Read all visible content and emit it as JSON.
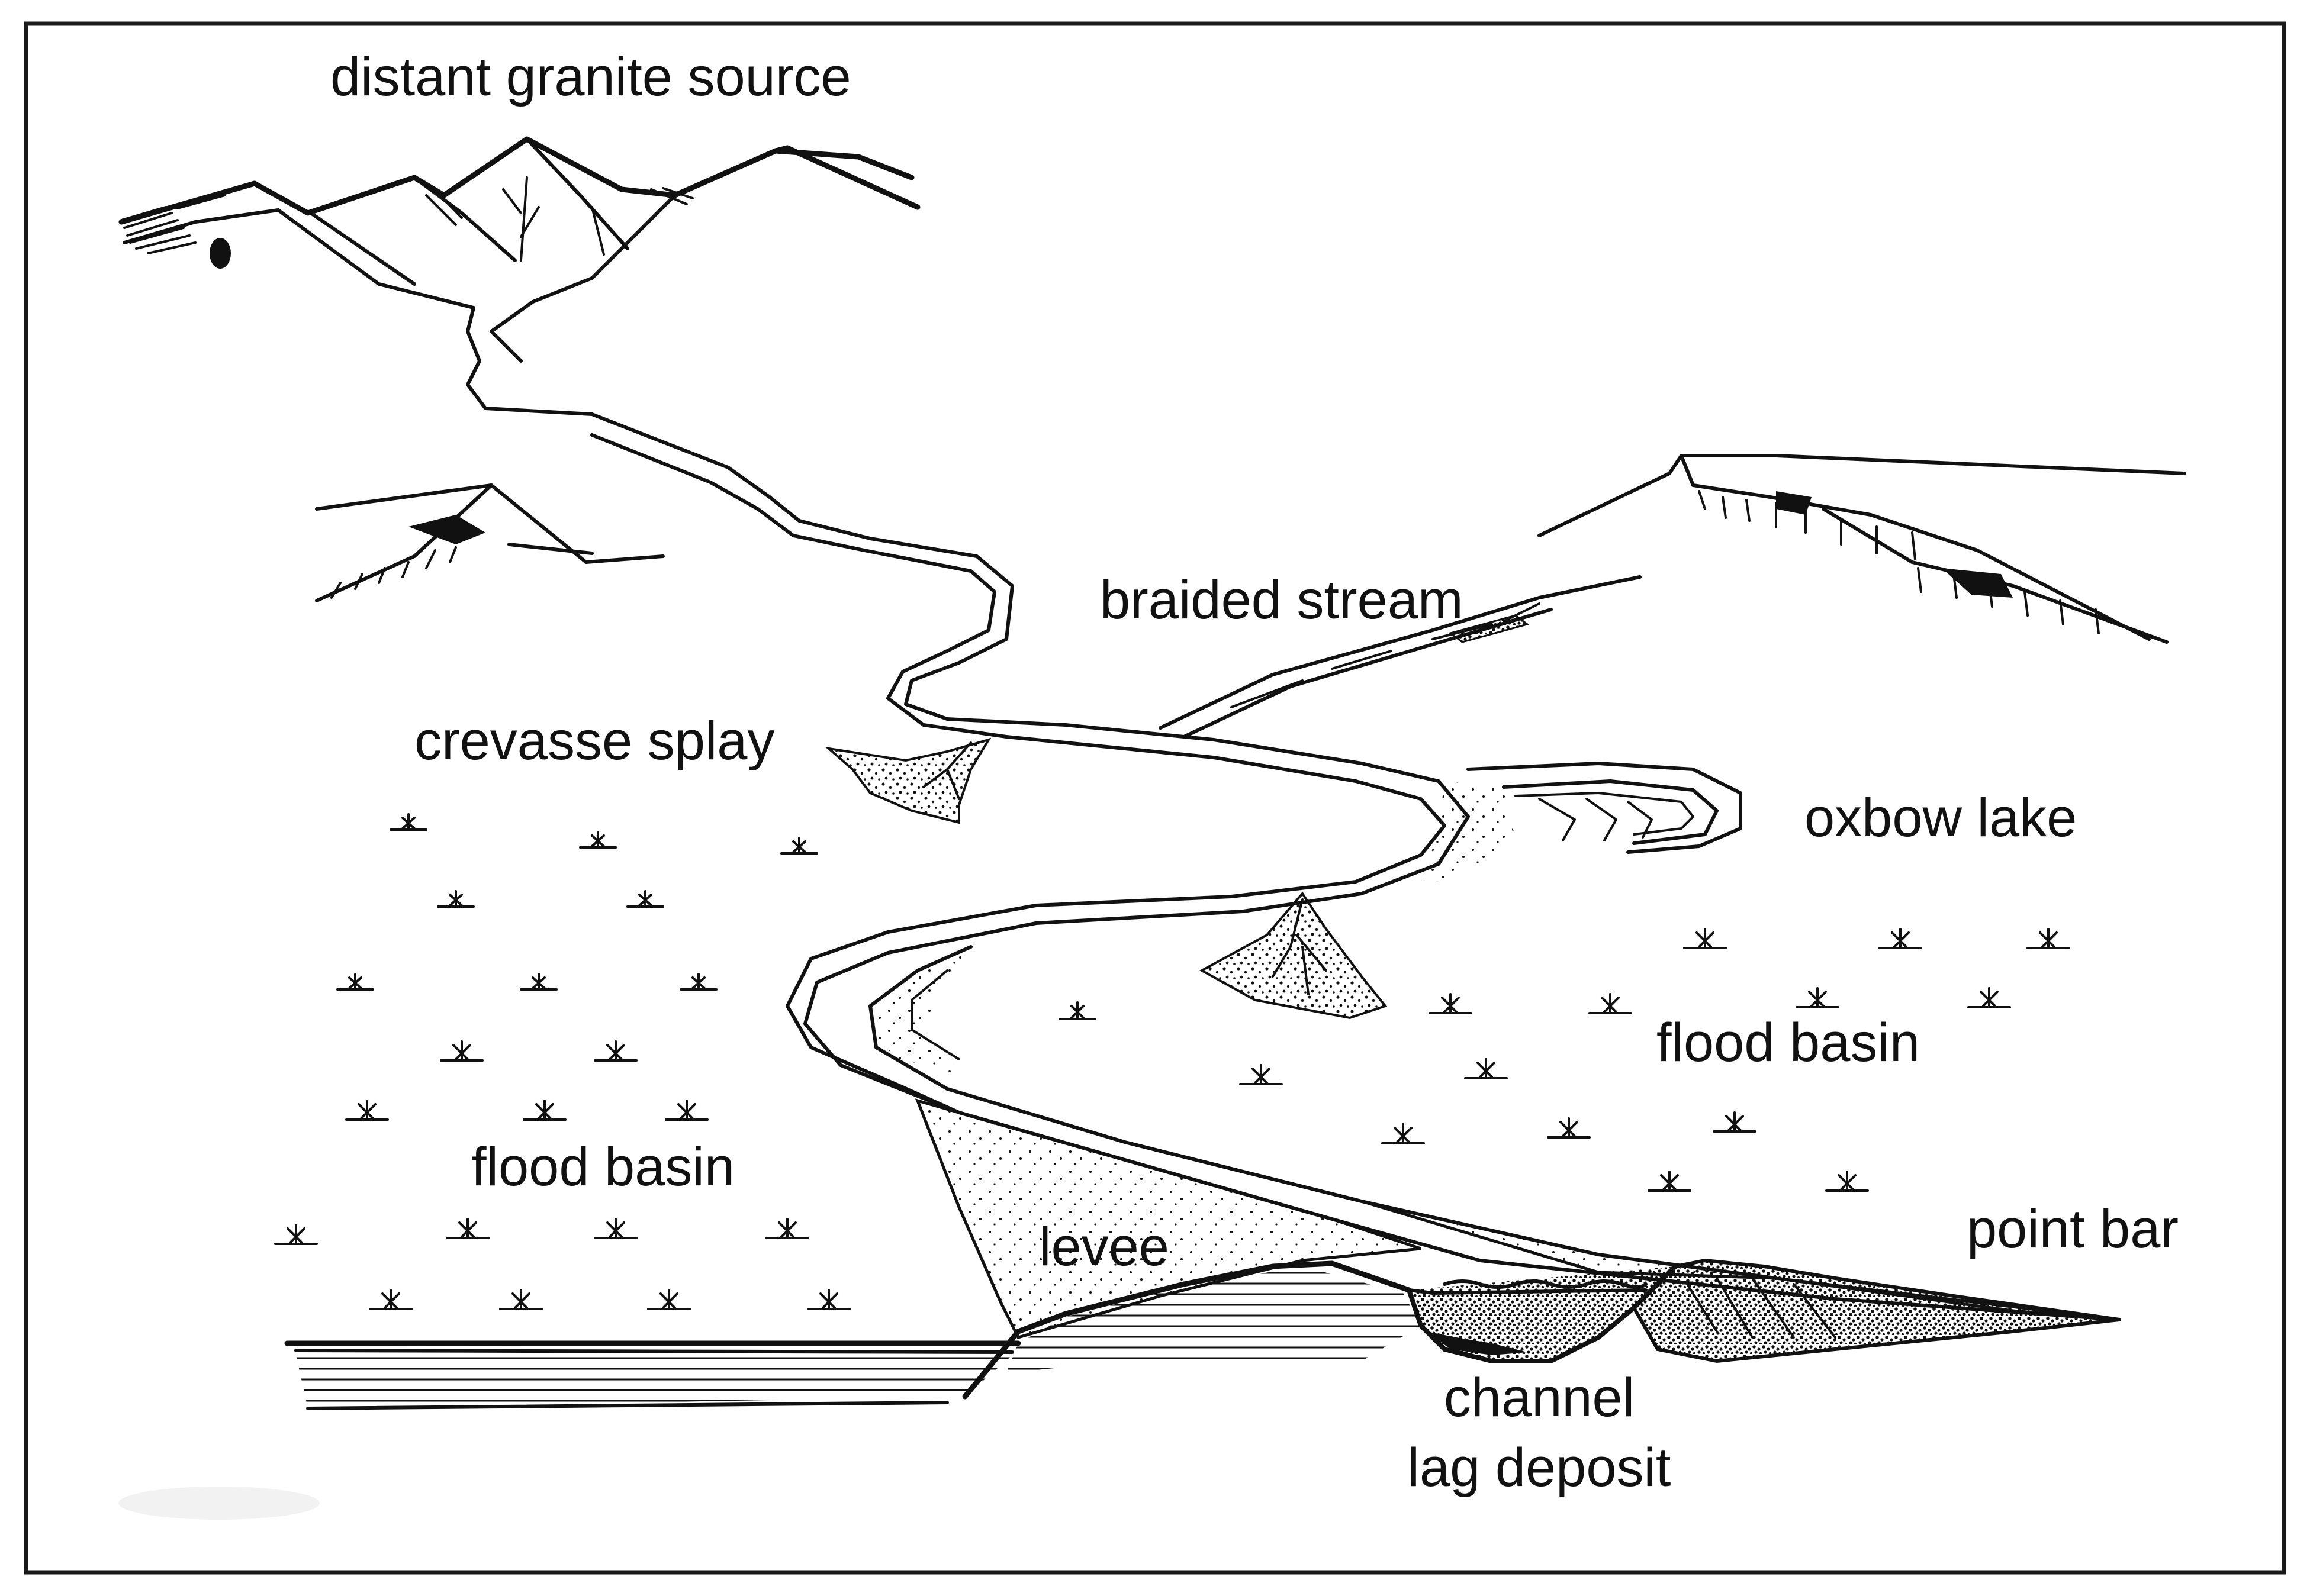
{
  "labels": {
    "distant_granite_source": "distant granite source",
    "braided_stream": "braided stream",
    "crevasse_splay": "crevasse splay",
    "oxbow_lake": "oxbow lake",
    "flood_basin_right": "flood basin",
    "flood_basin_left": "flood basin",
    "levee": "levee",
    "point_bar": "point bar",
    "channel_lag_line1": "channel",
    "channel_lag_line2": "lag deposit"
  },
  "colors": {
    "ink": "#111111",
    "paper": "#ffffff",
    "frame": "#1a1a1a"
  }
}
